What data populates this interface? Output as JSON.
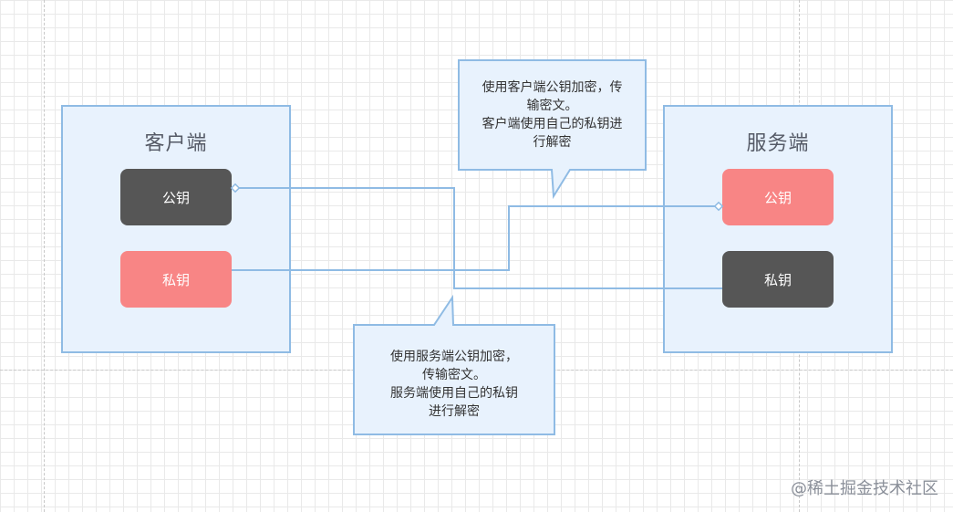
{
  "client": {
    "title": "客户端",
    "public_key": "公钥",
    "private_key": "私钥"
  },
  "server": {
    "title": "服务端",
    "public_key": "公钥",
    "private_key": "私钥"
  },
  "callouts": {
    "top": [
      "使用客户端公钥加密，传",
      "输密文。",
      "客户端使用自己的私钥进",
      "行解密"
    ],
    "bottom": [
      "使用服务端公钥加密，",
      "传输密文。",
      "服务端使用自己的私钥",
      "进行解密"
    ]
  },
  "watermark": "@稀土掘金技术社区",
  "colors": {
    "container_fill": "#e8f2fd",
    "container_border": "#8fbbe4",
    "dark_key": "#565656",
    "red_key": "#f88585",
    "connector": "#8fbbe4"
  }
}
